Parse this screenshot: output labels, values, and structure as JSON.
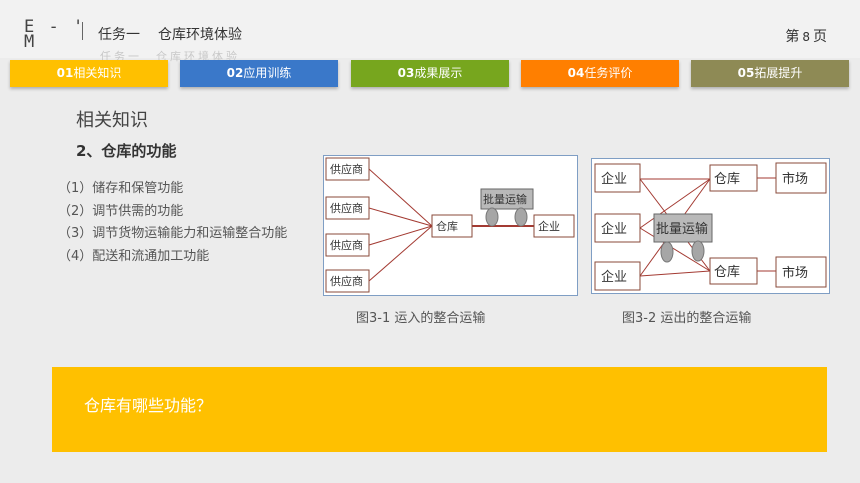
{
  "header": {
    "logo_line1": "E - '",
    "logo_line2": "M",
    "task": "任务一",
    "task_name": "仓库环境体验",
    "ghost_text": "任务一　仓库环境体验",
    "page_prefix": "第",
    "page_number": "8",
    "page_suffix": "页"
  },
  "tabs": [
    {
      "num": "01",
      "label": "相关知识",
      "color": "#ffc000"
    },
    {
      "num": "02",
      "label": "应用训练",
      "color": "#3a78c9"
    },
    {
      "num": "03",
      "label": "成果展示",
      "color": "#77a61e"
    },
    {
      "num": "04",
      "label": "任务评价",
      "color": "#ff7f00"
    },
    {
      "num": "05",
      "label": "拓展提升",
      "color": "#8e8a55"
    }
  ],
  "content": {
    "section_title": "相关知识",
    "sub_title": "2、仓库的功能",
    "functions": [
      "（1）储存和保管功能",
      "（2）调节供需的功能",
      "（3）调节货物运输能力和运输整合功能",
      "（4）配送和流通加工功能"
    ]
  },
  "figure1": {
    "suppliers": [
      "供应商",
      "供应商",
      "供应商",
      "供应商"
    ],
    "warehouse": "仓库",
    "truck": "批量运输",
    "enterprise": "企业",
    "caption": "图3-1  运入的整合运输"
  },
  "figure2": {
    "enterprises": [
      "企业",
      "企业",
      "企业"
    ],
    "truck": "批量运输",
    "warehouses": [
      "仓库",
      "仓库"
    ],
    "markets": [
      "市场",
      "市场"
    ],
    "caption": "图3-2  运出的整合运输"
  },
  "question": "仓库有哪些功能？",
  "colors": {
    "accent": "#ffc000",
    "line": "#a33a32",
    "box_border": "#8a4a3a",
    "figure_border": "#7f9ec4"
  }
}
